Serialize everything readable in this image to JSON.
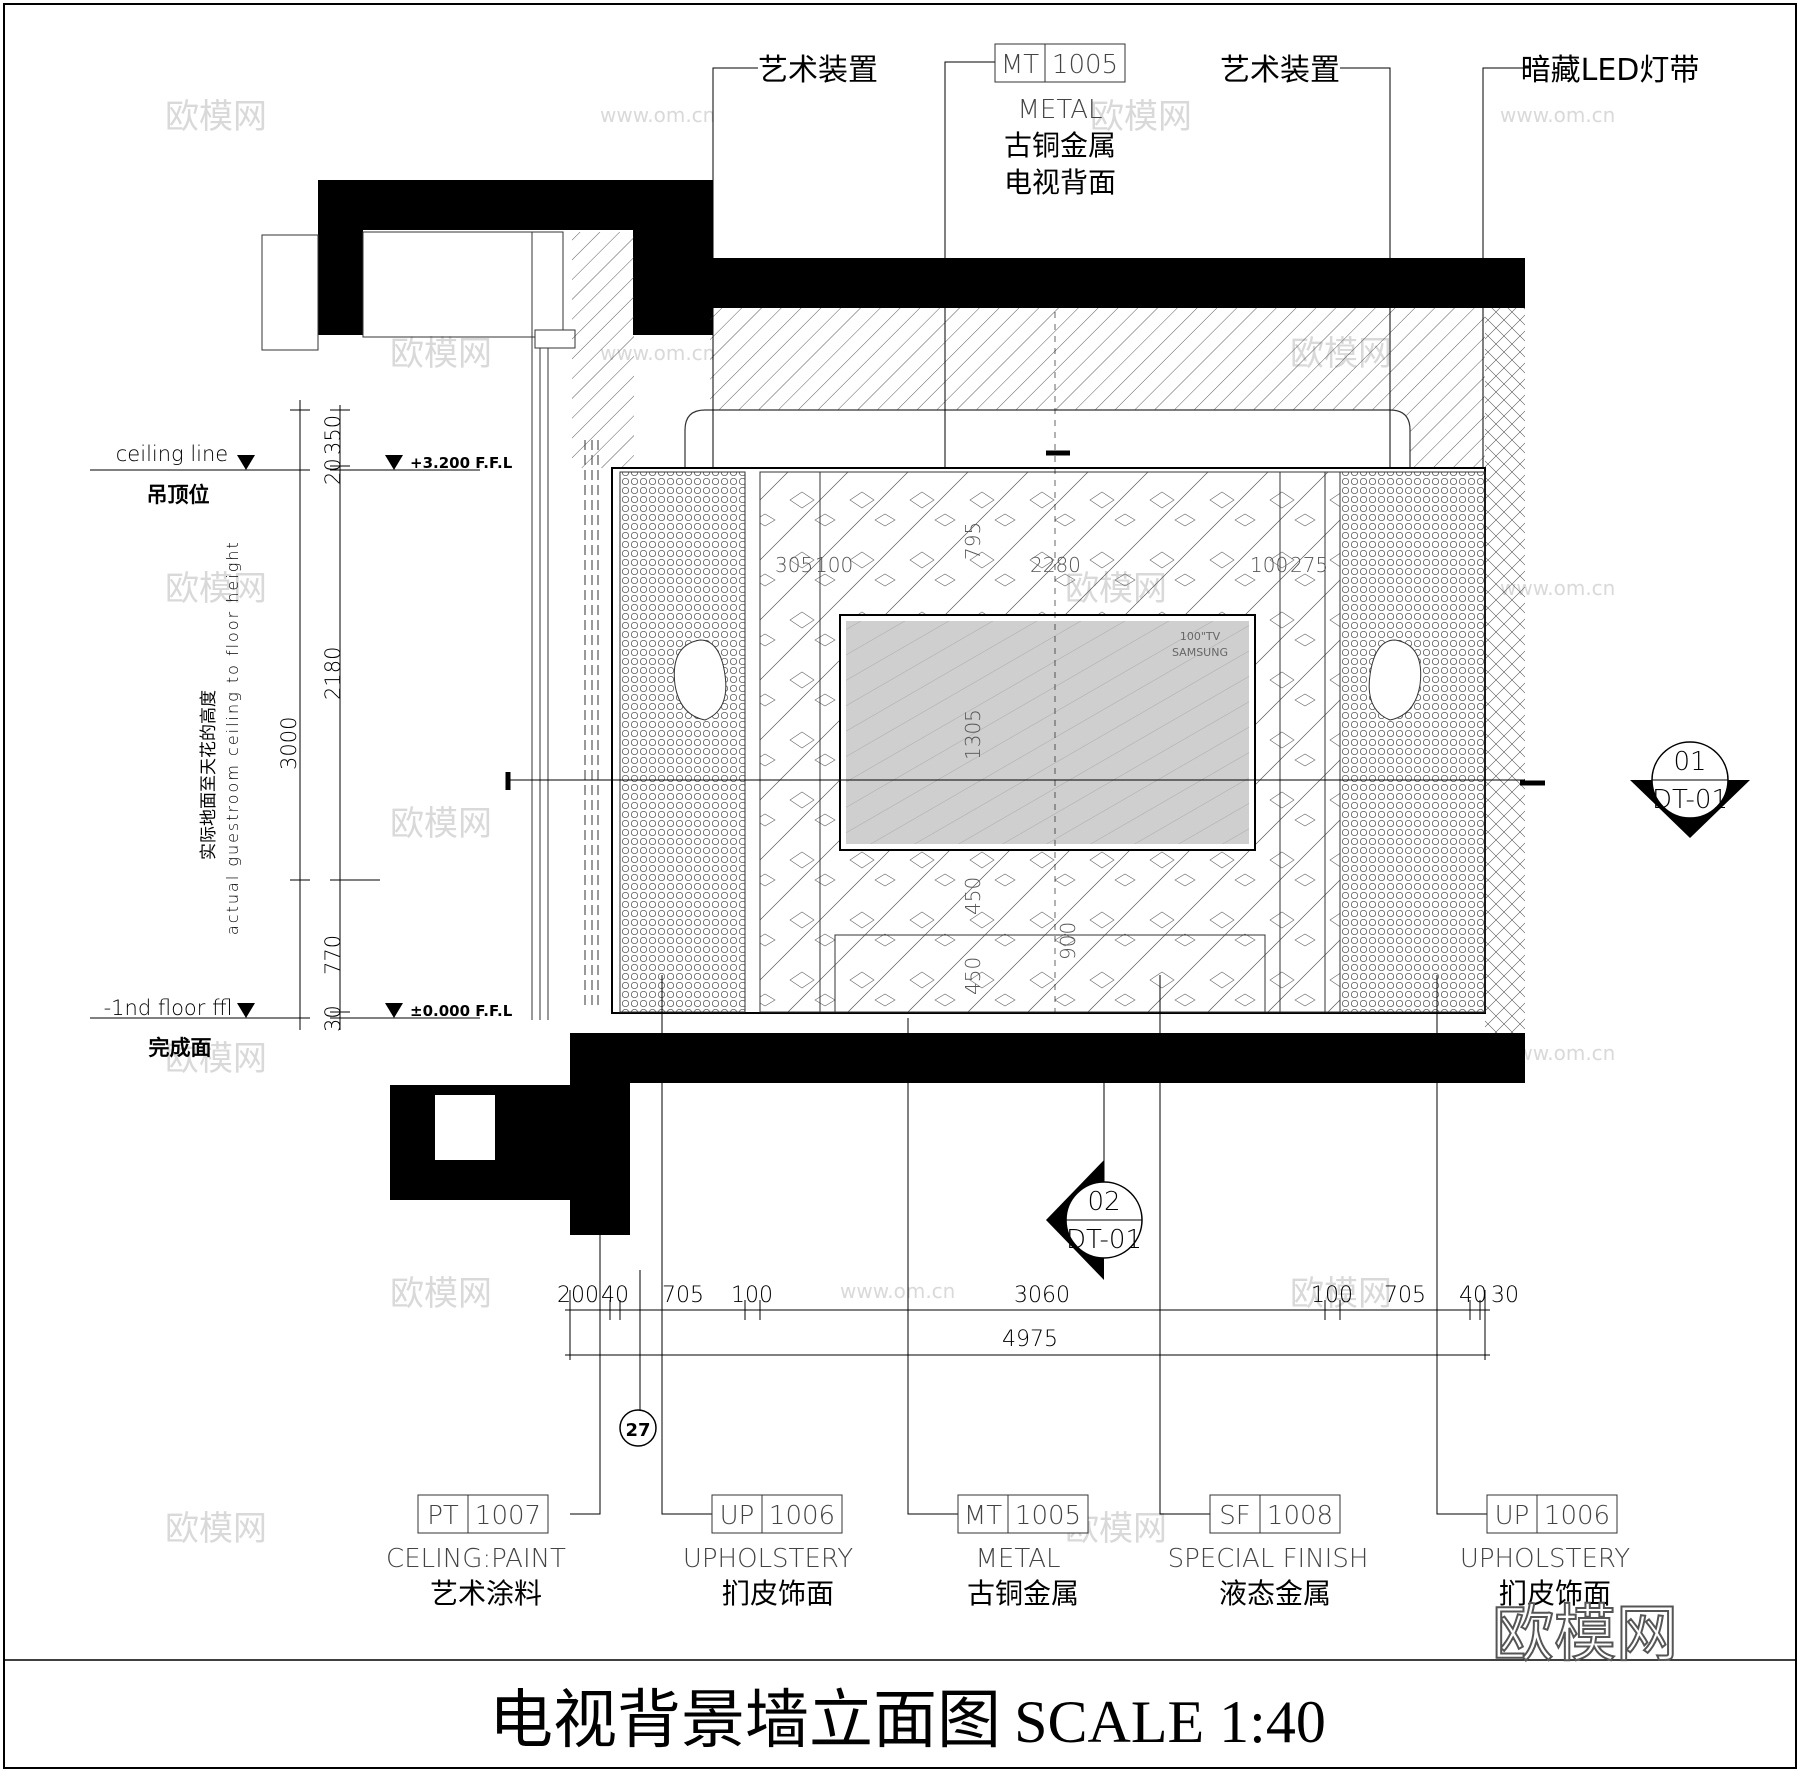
{
  "title": {
    "main": "电视背景墙立面图",
    "scale": "SCALE 1:40"
  },
  "top_callouts": [
    {
      "text": "艺术装置"
    },
    {
      "code": "MT",
      "num": "1005",
      "material": "METAL",
      "cn1": "古铜金属",
      "cn2": "电视背面"
    },
    {
      "text": "艺术装置"
    },
    {
      "text": "暗藏LED灯带"
    }
  ],
  "bottom_callouts": [
    {
      "code": "PT",
      "num": "1007",
      "material": "CELING:PAINT",
      "cn": "艺术涂料"
    },
    {
      "code": "UP",
      "num": "1006",
      "material": "UPHOLSTERY",
      "cn": "扪皮饰面"
    },
    {
      "code": "MT",
      "num": "1005",
      "material": "METAL",
      "cn": "古铜金属"
    },
    {
      "code": "SF",
      "num": "1008",
      "material": "SPECIAL FINISH",
      "cn": "液态金属"
    },
    {
      "code": "UP",
      "num": "1006",
      "material": "UPHOLSTERY",
      "cn": "扪皮饰面"
    }
  ],
  "levels": {
    "ceiling_en": "ceiling line",
    "ceiling_cn": "吊顶位",
    "ceiling_ffl": "+3.200 F.F.L",
    "floor_en": "-1nd floor ffl",
    "floor_cn": "完成面",
    "floor_ffl": "±0.000 F.F.L"
  },
  "height_label": {
    "cn": "实际地面至天花的高度",
    "en": "actual guestroom ceiling to floor height"
  },
  "vertical_dims": [
    "350",
    "20",
    "2180",
    "770",
    "30",
    "3000"
  ],
  "horizontal_dims": [
    "200",
    "40",
    "705",
    "100",
    "3060",
    "100",
    "705",
    "40",
    "30"
  ],
  "total_dim": "4975",
  "inner_dims": {
    "top_left": "305",
    "top_left2": "100",
    "top_mid": "2280",
    "top_right": "100",
    "top_right2": "275",
    "tv_top": "795",
    "tv_height": "1305",
    "below_tv": "450",
    "bottom": "450",
    "bench": "900"
  },
  "tv": {
    "line1": "100\"TV",
    "line2": "SAMSUNG"
  },
  "section_marks": [
    {
      "num": "01",
      "ref": "DT-01"
    },
    {
      "num": "02",
      "ref": "DT-01"
    }
  ],
  "detail_ref": "27",
  "watermark": "欧模网",
  "watermark_url": "www.om.cn"
}
